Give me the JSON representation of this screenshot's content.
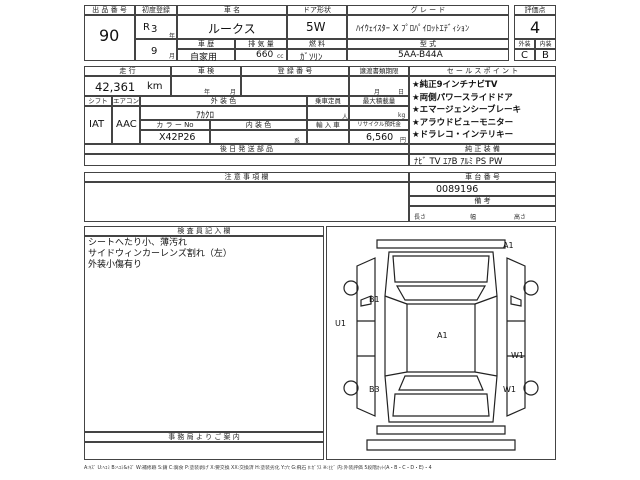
{
  "header_row1": {
    "lot_label": "出 品 番 号",
    "lot": "90",
    "reg_label": "初度登録",
    "year_era": "R",
    "year_num": "3",
    "year_unit": "年",
    "month_num": "9",
    "month_unit": "月",
    "name_label": "車 名",
    "name": "ルークス",
    "door_label": "ドア形状",
    "door": "5W",
    "grade_label": "グ レ ー ド",
    "grade": "ﾊｲｳｪｲｽﾀｰ X ﾌﾟﾛﾊﾟｲﾛｯﾄｴﾃﾞｨｼｮﾝ",
    "score_label": "評価点",
    "score": "4"
  },
  "header_row2": {
    "use_label": "車 歴",
    "use": "自家用",
    "cc_label": "排 気 量",
    "cc": "660",
    "cc_unit": "cc",
    "fuel_label": "燃 料",
    "fuel": "ｶﾞｿﾘﾝ",
    "model_label": "型 式",
    "model": "5AA-B44A",
    "ext_label": "外装",
    "ext": "C",
    "int_label": "内装",
    "int": "B"
  },
  "mid": {
    "mileage_label": "走 行",
    "mileage": "42,361",
    "mileage_unit": "km",
    "inspection_label": "車 検",
    "ins_year": "年",
    "ins_month": "月",
    "regno_label": "登 録 番 号",
    "recycle_doc_label": "譲渡書類期限",
    "doc_month": "月",
    "doc_day": "日",
    "shift_label": "シフト",
    "shift": "IAT",
    "ac_label": "エアコン",
    "ac": "AAC",
    "color_label": "外 装 色",
    "color": "ｱｶｸﾛ",
    "capacity_label": "乗車定員",
    "capacity_unit": "人",
    "load_label": "最大積載量",
    "load_unit": "kg",
    "colorno_label": "カ ラ ー No",
    "colorno": "X42P26",
    "intcolor_label": "内 装 色",
    "import_label": "輸 入 車",
    "recycle_label": "リサイクル預託金",
    "recycle": "6,560",
    "recycle_unit": "円",
    "misc_unit": "系",
    "parts_label": "後 日 発 送 部 品",
    "notes_label": "注 意 事 項 欄"
  },
  "sales": {
    "title": "セ ー ル ス ポ イ ン ト",
    "points": [
      "★純正9インチナビTV",
      "★両側パワースライドドア",
      "★エマージェンシーブレーキ",
      "★アラウドビューモニター",
      "★ドラレコ・インテリキー"
    ]
  },
  "equip": {
    "title": "純 正 装 備",
    "value": "ﾅﾋﾞ TV ｴｱB ｱﾙﾐ PS PW"
  },
  "odometer": {
    "title": "車 台 番 号",
    "value": "0089196"
  },
  "dims": {
    "title": "備 考",
    "length": "長さ",
    "width": "幅",
    "height": "高さ"
  },
  "inspector": {
    "title": "検 査 員 記 入 欄",
    "lines": [
      "シートへたり小、薄汚れ",
      "サイドウィンカーレンズ割れ（左）",
      "外装小傷有り"
    ]
  },
  "office": {
    "title": "事 務 局 よ り ご 案 内"
  },
  "diagram": {
    "marks": [
      "A1",
      "B1",
      "U1",
      "A1",
      "W1",
      "B3",
      "W1"
    ]
  },
  "footer": {
    "legend": "A:ｷｽﾞ U:ﾍｺﾐ B:ﾍｺﾐ&ｷｽﾞ W:補修跡 S:錆 C:腐食 P:塗装剥げ X:要交換 XX:交換済 H:塗装劣化 Y:穴 G:飛石 ﾎ:ｶﾞﾗｽ ※:ﾋﾋﾞ 内:外装評価 5段階ｶｯﾄ(A・B・C・D・E)・4"
  }
}
